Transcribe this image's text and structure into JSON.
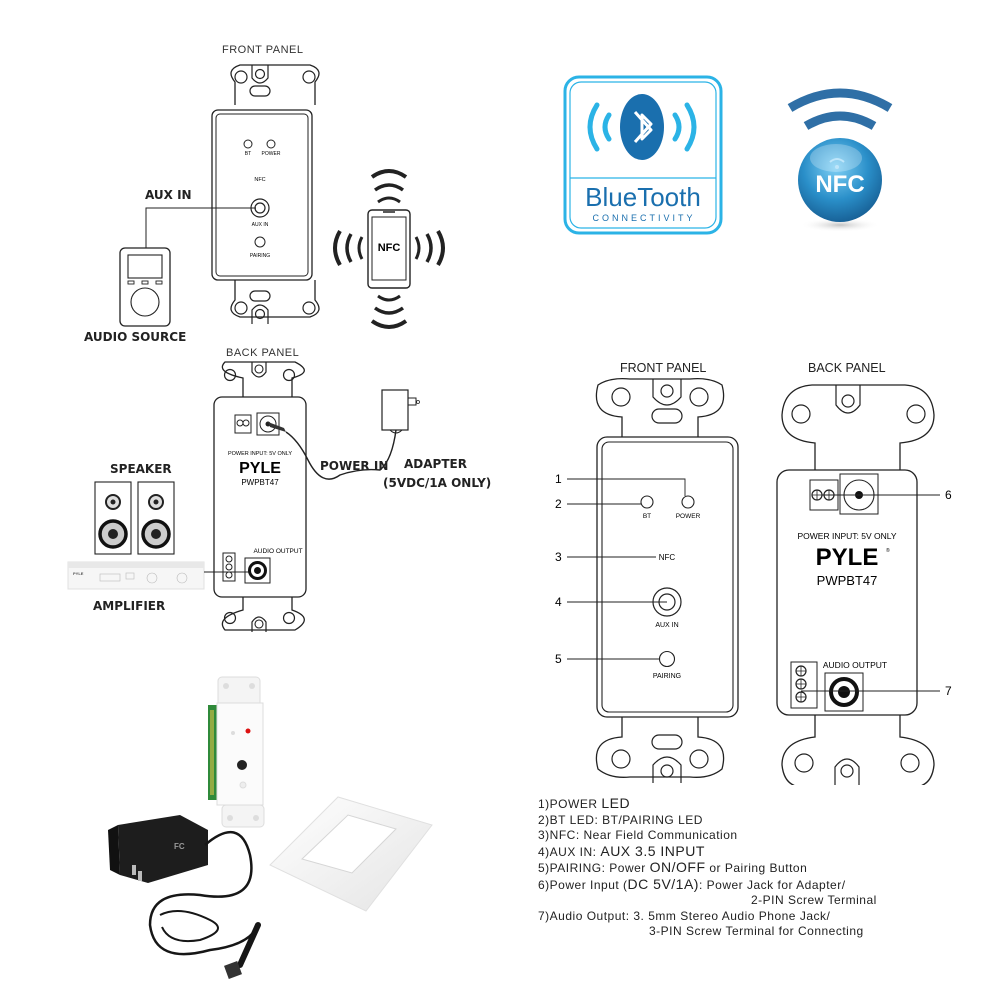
{
  "top_diagram": {
    "front_panel_title": "FRONT PANEL",
    "led_bt": "BT",
    "led_power": "POWER",
    "nfc_label": "NFC",
    "aux_jack_label": "AUX IN",
    "pairing_label": "PAIRING",
    "aux_in_callout": "AUX IN",
    "audio_source_label": "AUDIO SOURCE",
    "phone_nfc_label": "NFC"
  },
  "back_diagram": {
    "back_panel_title": "BACK PANEL",
    "power_input_text": "POWER INPUT: 5V ONLY",
    "brand": "PYLE",
    "model": "PWPBT47",
    "audio_output_label": "AUDIO OUTPUT",
    "power_in_callout": "POWER IN",
    "adapter_label": "ADAPTER",
    "adapter_spec": "(5VDC/1A ONLY)",
    "speaker_label": "SPEAKER",
    "amplifier_label": "AMPLIFIER"
  },
  "logos": {
    "bluetooth_word": "BlueTooth",
    "bluetooth_sub": "CONNECTIVITY",
    "nfc_badge": "NFC",
    "colors": {
      "bt_light": "#2bb3e6",
      "bt_dark": "#1a6fae",
      "nfc_blue": "#2a8fc9",
      "nfc_arc": "#2f6fa6"
    }
  },
  "detail_front": {
    "title": "FRONT PANEL",
    "callouts": [
      "1",
      "2",
      "3",
      "4",
      "5"
    ],
    "led_bt": "BT",
    "led_power": "POWER",
    "nfc_label": "NFC",
    "aux_label": "AUX IN",
    "pairing_label": "PAIRING"
  },
  "detail_back": {
    "title": "BACK PANEL",
    "callouts": [
      "6",
      "7"
    ],
    "power_input_text": "POWER INPUT: 5V ONLY",
    "brand": "PYLE",
    "model": "PWPBT47",
    "audio_output_label": "AUDIO OUTPUT"
  },
  "legend": {
    "item1_a": "1)POWER ",
    "item1_b": "LED",
    "item2": "2)BT LED: BT/PAIRING LED",
    "item3": "3)NFC: Near Field Communication",
    "item4_a": "4)AUX IN: ",
    "item4_b": "AUX 3.5 INPUT",
    "item5_a": "5)PAIRING: Power ",
    "item5_b": "ON/OFF",
    "item5_c": " or Pairing Button",
    "item6_a": "6)Power Input (",
    "item6_b": "DC 5V/1A)",
    "item6_c": ": Power Jack for Adapter/",
    "item6_line2": "2-PIN Screw Terminal",
    "item7": "7)Audio Output: 3. 5mm Stereo Audio Phone Jack/",
    "item7_line2": "3-PIN Screw Terminal for Connecting"
  },
  "product_photo": {
    "caption": "",
    "items": [
      "wall plate receiver",
      "power adapter",
      "decora wall plate"
    ]
  }
}
